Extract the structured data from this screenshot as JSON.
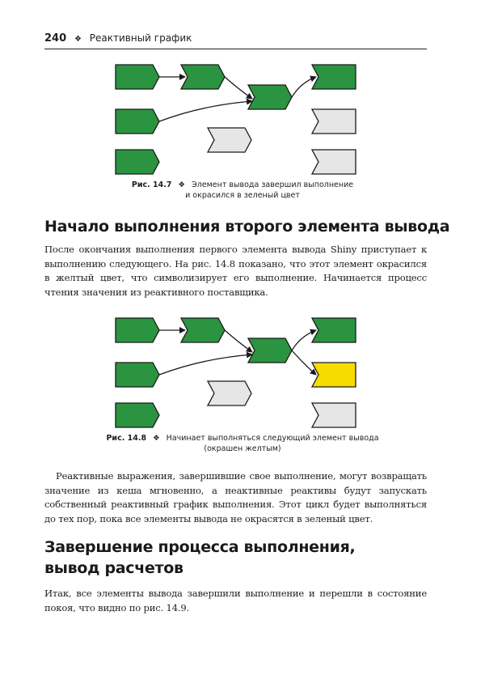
{
  "header": {
    "page_number": "240",
    "separator": "❖",
    "chapter": "Реактивный график"
  },
  "colors": {
    "done": "#2a9440",
    "idle": "#e6e6e6",
    "running": "#f7dc00",
    "stroke": "#1a1a1a"
  },
  "figures": [
    {
      "label": "Рис. 14.7",
      "sep": "❖",
      "caption_line1": "Элемент вывода завершил выполнение",
      "caption_line2": "и окрасился в зеленый цвет",
      "nodes": {
        "sources": [
          "done",
          "done",
          "done"
        ],
        "conductor_top": "done",
        "conductor_mid": "done",
        "conductor_idle": "idle",
        "outputs": [
          "done",
          "idle",
          "idle"
        ]
      },
      "arrows_to_outputs": [
        0
      ]
    },
    {
      "label": "Рис. 14.8",
      "sep": "❖",
      "caption_line1": "Начинает выполняться следующий элемент вывода",
      "caption_line2": "(окрашен желтым)",
      "nodes": {
        "sources": [
          "done",
          "done",
          "done"
        ],
        "conductor_top": "done",
        "conductor_mid": "done",
        "conductor_idle": "idle",
        "outputs": [
          "done",
          "running",
          "idle"
        ]
      },
      "arrows_to_outputs": [
        0,
        1
      ]
    }
  ],
  "section1": {
    "title": "Начало выполнения второго элемента вывода",
    "paragraph": "После окончания выполнения первого элемента вывода Shiny приступает к выполнению следующего. На рис. 14.8 показано, что этот элемент окрасился в желтый цвет, что символизирует его выполнение. Начинается процесс чтения значения из реактивного поставщика."
  },
  "paragraph2": "Реактивные выражения, завершившие свое выполнение, могут возвращать значение из кеша мгновенно, а неактивные реактивы будут запускать собственный реактивный график выполнения. Этот цикл будет выполняться до тех пор, пока все элементы вывода не окрасятся в зеленый цвет.",
  "section2": {
    "title_line1": "Завершение процесса выполнения,",
    "title_line2": "вывод расчетов",
    "paragraph": "Итак, все элементы вывода завершили выполнение и перешли в состояние покоя, что видно по рис. 14.9."
  }
}
